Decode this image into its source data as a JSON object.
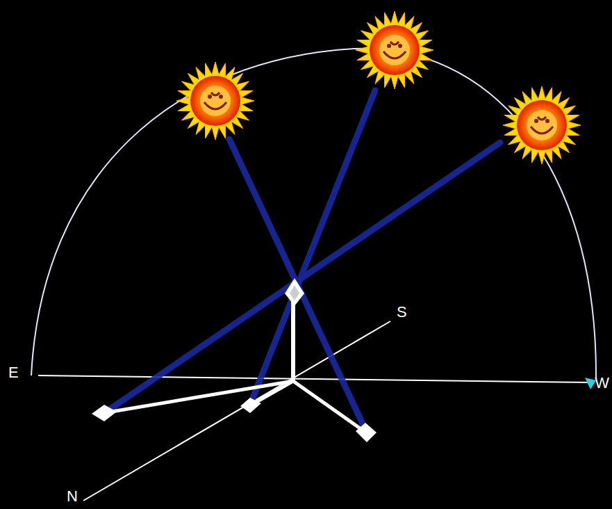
{
  "diagram": {
    "labels": [
      "E",
      "W",
      "S",
      "N"
    ]
  }
}
